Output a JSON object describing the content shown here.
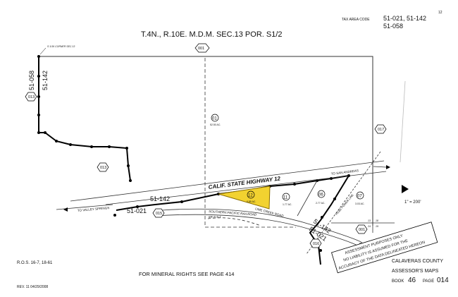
{
  "header": {
    "title": "T.4N., R.10E. M.D.M. SEC.13 POR. S1/2",
    "tax_area_label": "TAX AREA CODE",
    "tax_area_codes_line1": "51-021, 51-142",
    "tax_area_codes_line2": "51-058",
    "sheet_number": "12"
  },
  "map": {
    "corner_note": "S 1/16 CORNER SEC.13",
    "highway_label": "CALIF. STATE HIGHWAY 12",
    "to_san_andreas": "TO SAN ANDREAS",
    "to_valley_springs": "TO VALLEY SPRINGS",
    "railroad_label": "SOUTHERN PACIFIC RAILROAD",
    "railroad_ref": "6R-5-5-1",
    "road_label": "LIME CREEK ROAD",
    "power_line": "PG&E POWER LINE",
    "scale": "1\" = 200'",
    "section_numbers": [
      "13",
      "18",
      "24",
      "19"
    ],
    "tax_codes": {
      "left_vertical_a": "51-058",
      "left_vertical_b": "51-142",
      "mid_a": "51-142",
      "mid_b": "51-021",
      "right_a": "51-142",
      "right_b": "51-021"
    },
    "hex_labels": [
      "001",
      "013",
      "013",
      "015",
      "017",
      "001",
      "016"
    ],
    "parcels": [
      {
        "id": "01",
        "area": "52.50 AC."
      },
      {
        "id": "12",
        "area": "0.85 AC.",
        "highlighted": true
      },
      {
        "id": "11",
        "area": "1.77 AC."
      },
      {
        "id": "06",
        "area": "2.77 AC."
      },
      {
        "id": "07",
        "area": "3.03 AC."
      }
    ],
    "highlight_color": "#f2d230"
  },
  "footer": {
    "ros": "R.O.S. 16-7, 18-61",
    "mineral_rights": "FOR MINERAL RIGHTS SEE PAGE 414",
    "revision": "REV.  11 04/29/2008",
    "disclaimer_line1": "ASSESSMENT PURPOSES ONLY",
    "disclaimer_line2": "NO LIABILITY IS ASSUMED FOR THE",
    "disclaimer_line3": "ACCURACY OF THE DATA DELINEATED HEREON",
    "county": "CALAVERAS COUNTY",
    "maps": "ASSESSOR'S MAPS",
    "book_label": "BOOK",
    "book": "46",
    "page_label": "PAGE",
    "page": "014"
  }
}
